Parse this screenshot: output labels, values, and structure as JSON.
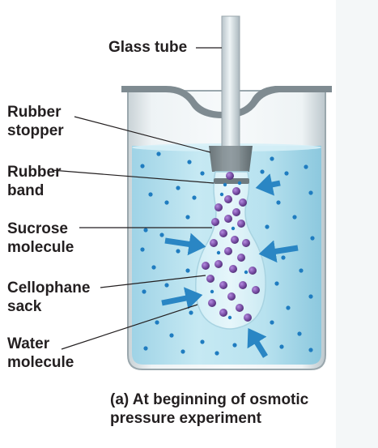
{
  "labels": {
    "glass_tube": "Glass tube",
    "rubber_stopper": [
      "Rubber",
      "stopper"
    ],
    "rubber_band": [
      "Rubber",
      "band"
    ],
    "sucrose_molecule": [
      "Sucrose",
      "molecule"
    ],
    "cellophane_sack": [
      "Cellophane",
      "sack"
    ],
    "water_molecule": [
      "Water",
      "molecule"
    ]
  },
  "caption": [
    "(a) At beginning of osmotic",
    "pressure experiment"
  ],
  "colors": {
    "water": "#b9e1ee",
    "water_molecule": "#1f7cc0",
    "sucrose_molecule": "#7a4fa6",
    "arrow": "#2a86c4",
    "label_text": "#231f20"
  }
}
